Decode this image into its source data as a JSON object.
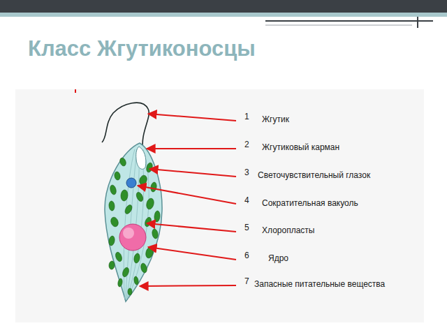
{
  "diagram": {
    "title": "Класс Жгутиконосцы",
    "labels": [
      "1",
      "Жгутик",
      "2",
      "Жгутиковый карман",
      "3",
      "Светочувствительный глазок",
      "4",
      "Сократительная вакуоль",
      "5",
      "Хлоропласты",
      "6",
      "Ядро",
      "7",
      "Запасные питательные вещества"
    ]
  }
}
